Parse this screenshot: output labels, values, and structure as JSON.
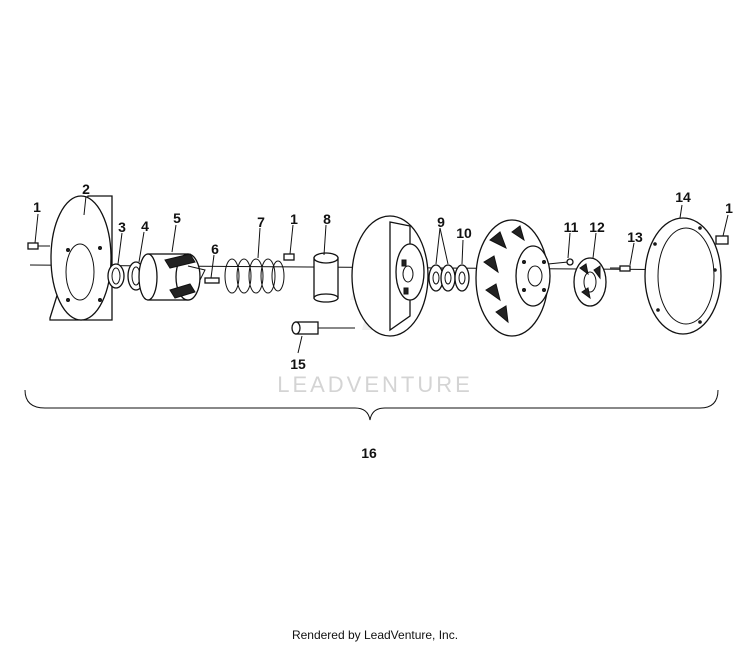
{
  "diagram": {
    "callouts": [
      "1",
      "2",
      "3",
      "4",
      "5",
      "6",
      "7",
      "1",
      "8",
      "9",
      "10",
      "11",
      "12",
      "13",
      "14",
      "1",
      "15",
      "16"
    ],
    "watermark": "LEADVENTURE",
    "footer": "Rendered by LeadVenture, Inc."
  }
}
